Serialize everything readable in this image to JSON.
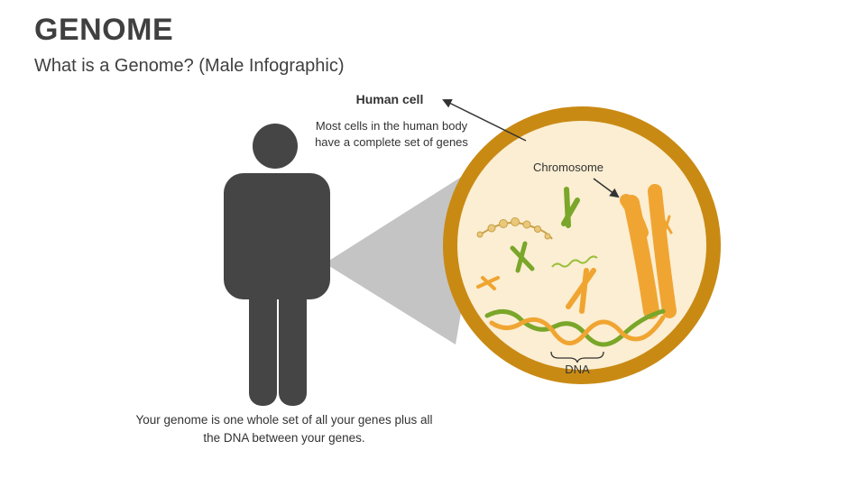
{
  "header": {
    "title": "GENOME",
    "subtitle": "What is a Genome? (Male Infographic)"
  },
  "cell": {
    "label": "Human cell",
    "description": "Most cells in the human body have a complete set of genes"
  },
  "chromosome": {
    "label": "Chromosome"
  },
  "dna": {
    "label": "DNA"
  },
  "caption": {
    "text": "Your genome is one whole set of all your genes plus all the DNA between your genes."
  },
  "colors": {
    "figure": "#454545",
    "cell_ring": "#c98a14",
    "cell_fill": "#fbeed2",
    "chromosome_orange": "#f0a532",
    "chromosome_green": "#7aa62a",
    "zoom_beam": "#c4c4c4"
  }
}
